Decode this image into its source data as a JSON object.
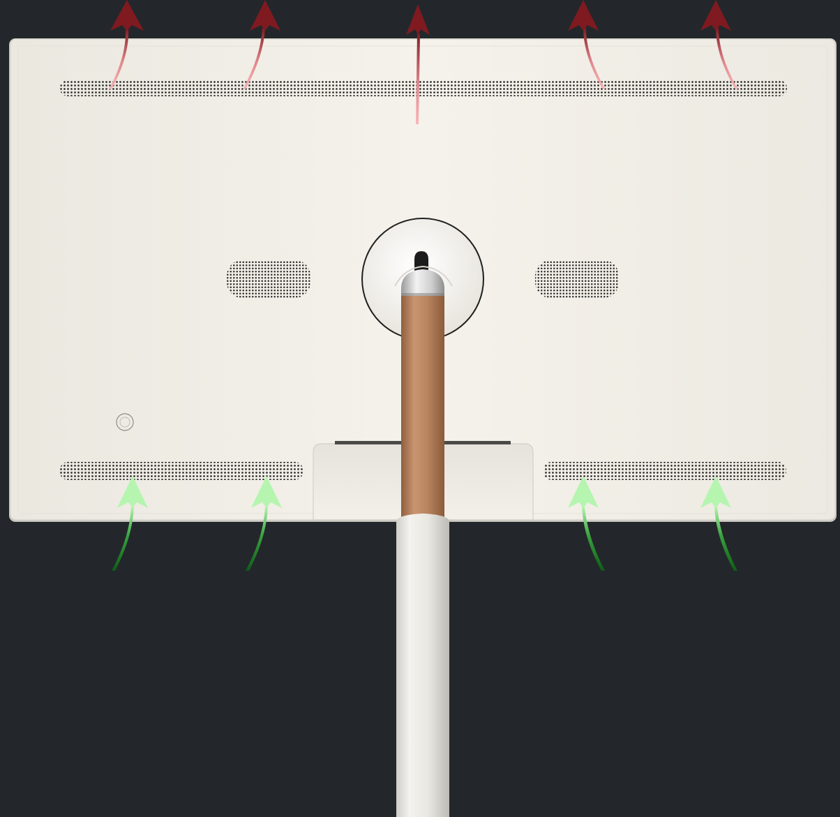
{
  "scene": {
    "subject": "monitor-rear-view-on-stand",
    "colors": {
      "background": "#23272b",
      "panel": "#f1eee6",
      "panel_edge": "#d9d6cf",
      "vent": "#2a2a2a",
      "stand_pole": "#ebe9e3",
      "neck_copper": "#b8845f",
      "exhaust_arrow": "#8b1e24",
      "exhaust_arrow_tail": "#f2a4a8",
      "intake_arrow": "#1e8b2a",
      "intake_arrow_tip": "#a6f0a4"
    },
    "airflow": {
      "exhaust_arrow_count": 5,
      "intake_arrow_count": 4
    }
  }
}
